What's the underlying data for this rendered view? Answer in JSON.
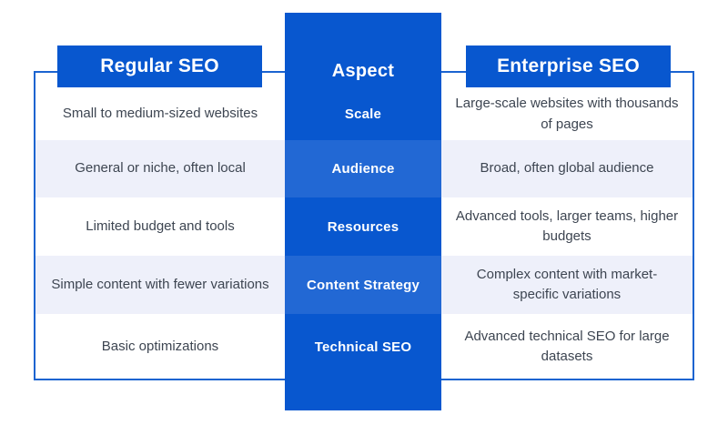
{
  "table": {
    "left_header": "Regular SEO",
    "center_header": "Aspect",
    "right_header": "Enterprise SEO",
    "rows": [
      {
        "aspect": "Scale",
        "regular": "Small to medium-sized websites",
        "enterprise": "Large-scale websites with thousands\nof pages"
      },
      {
        "aspect": "Audience",
        "regular": "General or niche, often local",
        "enterprise": "Broad, often global audience"
      },
      {
        "aspect": "Resources",
        "regular": "Limited budget and tools",
        "enterprise": "Advanced tools, larger teams, higher\nbudgets"
      },
      {
        "aspect": "Content Strategy",
        "regular": "Simple content with fewer variations",
        "enterprise": "Complex content with market-\nspecific variations"
      },
      {
        "aspect": "Technical SEO",
        "regular": "Basic optimizations",
        "enterprise": "Advanced technical SEO for large\ndatasets"
      }
    ]
  },
  "colors": {
    "primary_blue": "#0857cf",
    "light_blue_row": "#2268d4",
    "connector_line": "#1b64d0",
    "lavender_row": "#eef0fa",
    "side_text": "#3d4551",
    "background": "#ffffff"
  }
}
